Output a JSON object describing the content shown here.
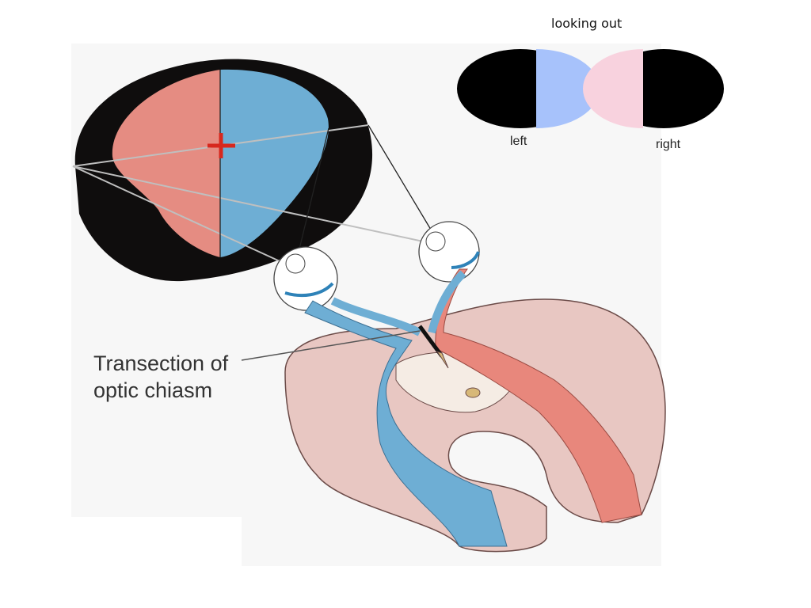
{
  "header": {
    "title": "looking out"
  },
  "eye_fields": {
    "left": {
      "label": "left",
      "color": "#a7c2fb"
    },
    "right": {
      "label": "right",
      "color": "#f8d2de"
    }
  },
  "annotation": {
    "line1": "Transection of",
    "line2": "optic chiasm"
  },
  "colors": {
    "background": "#f7f7f7",
    "left_pathway": "#6daed3",
    "right_pathway": "#e8877c",
    "fixation_cross": "#d7281e",
    "brain_tissue": "#e8c7c2"
  }
}
